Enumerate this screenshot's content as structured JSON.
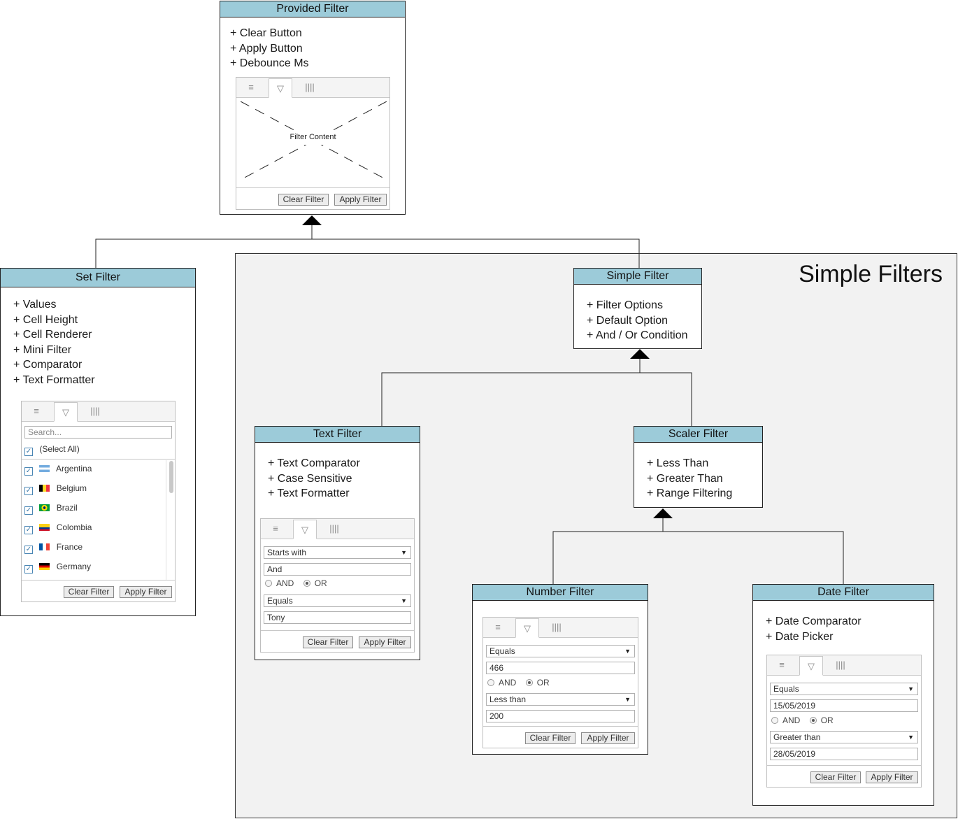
{
  "group": {
    "title": "Simple Filters"
  },
  "provided": {
    "title": "Provided Filter",
    "props": [
      "Clear Button",
      "Apply Button",
      "Debounce Ms"
    ],
    "content_label": "Filter Content",
    "clear": "Clear Filter",
    "apply": "Apply Filter"
  },
  "set": {
    "title": "Set Filter",
    "props": [
      "Values",
      "Cell Height",
      "Cell Renderer",
      "Mini Filter",
      "Comparator",
      "Text Formatter"
    ],
    "search_placeholder": "Search...",
    "select_all": "(Select All)",
    "items": [
      "Argentina",
      "Belgium",
      "Brazil",
      "Colombia",
      "France",
      "Germany"
    ],
    "clear": "Clear Filter",
    "apply": "Apply Filter"
  },
  "simple": {
    "title": "Simple Filter",
    "props": [
      "Filter Options",
      "Default Option",
      "And / Or Condition"
    ]
  },
  "text": {
    "title": "Text Filter",
    "props": [
      "Text Comparator",
      "Case Sensitive",
      "Text Formatter"
    ],
    "op1": "Starts with",
    "val1": "And",
    "and": "AND",
    "or": "OR",
    "op2": "Equals",
    "val2": "Tony",
    "clear": "Clear Filter",
    "apply": "Apply Filter"
  },
  "scaler": {
    "title": "Scaler Filter",
    "props": [
      "Less Than",
      "Greater Than",
      "Range Filtering"
    ]
  },
  "number": {
    "title": "Number Filter",
    "op1": "Equals",
    "val1": "466",
    "and": "AND",
    "or": "OR",
    "op2": "Less than",
    "val2": "200",
    "clear": "Clear Filter",
    "apply": "Apply Filter"
  },
  "date": {
    "title": "Date Filter",
    "props": [
      "Date Comparator",
      "Date Picker"
    ],
    "op1": "Equals",
    "val1": "15/05/2019",
    "and": "AND",
    "or": "OR",
    "op2": "Greater than",
    "val2": "28/05/2019",
    "clear": "Clear Filter",
    "apply": "Apply Filter"
  }
}
